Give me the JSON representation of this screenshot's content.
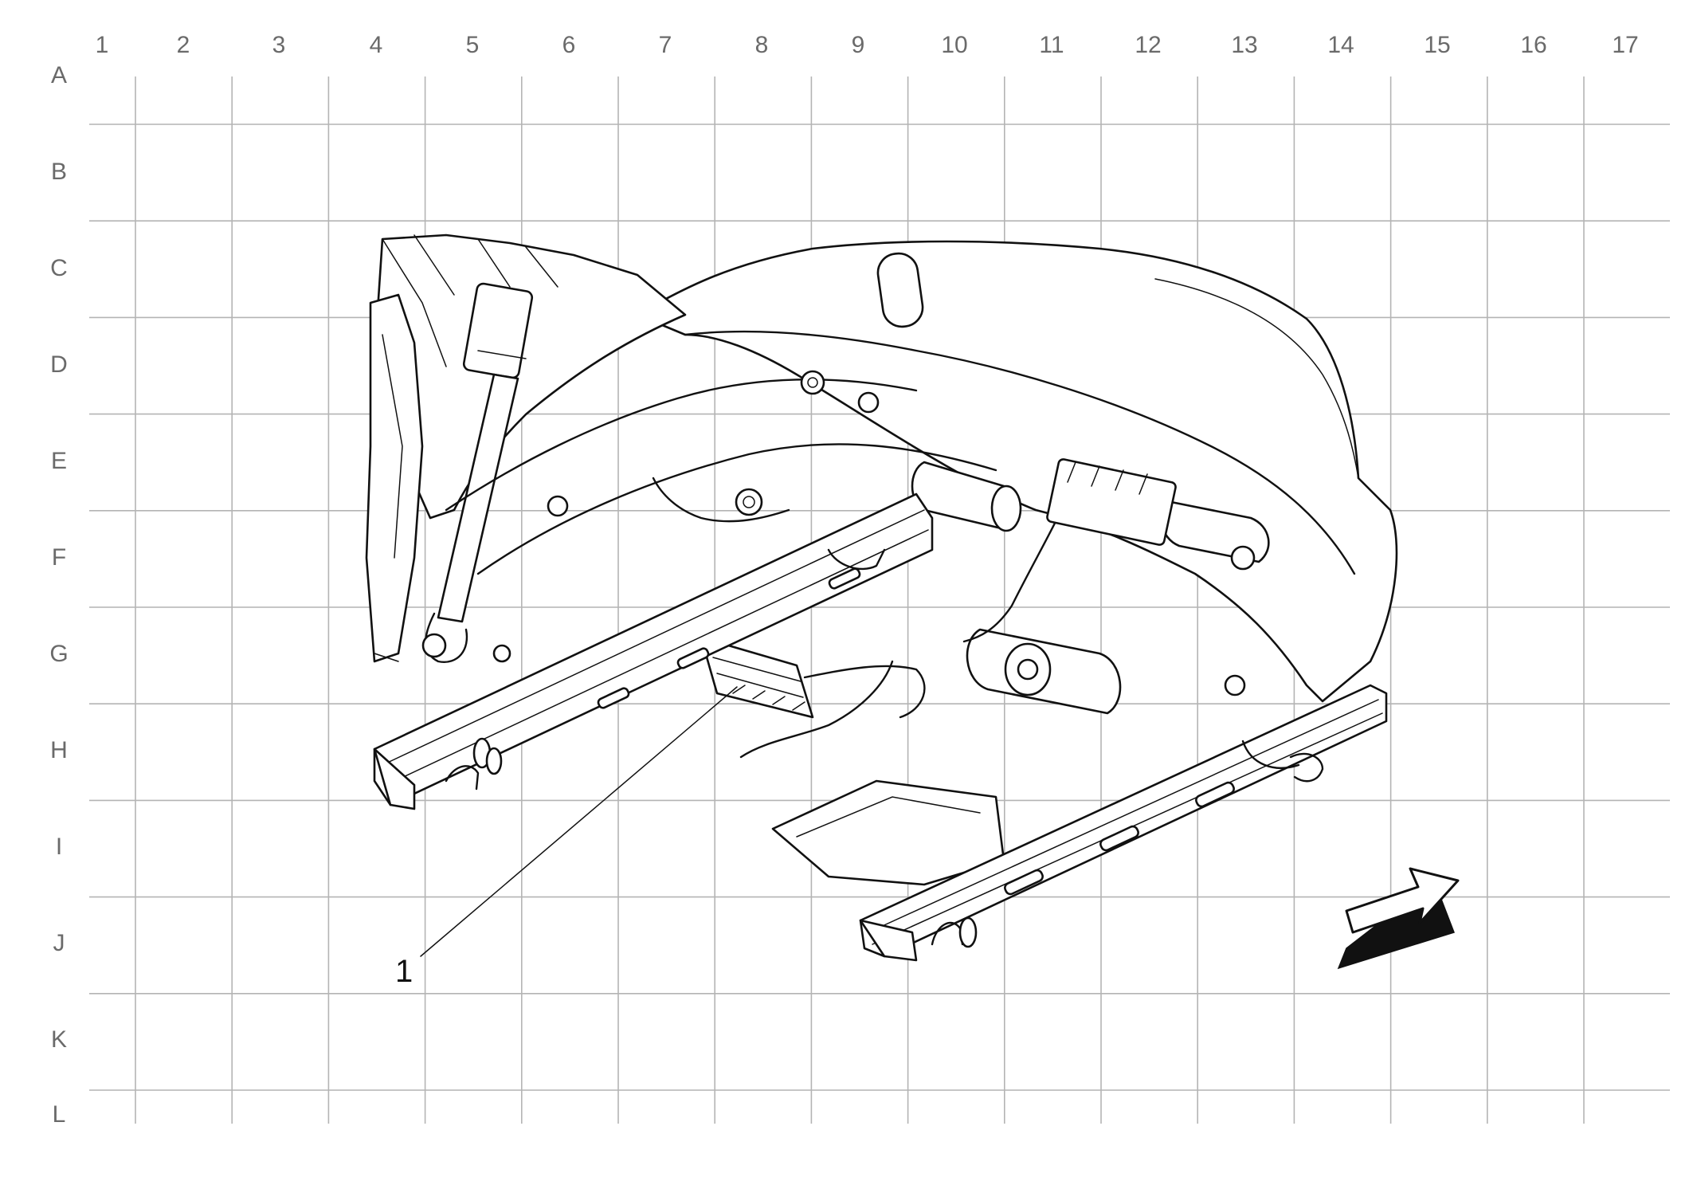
{
  "grid": {
    "columns": [
      "1",
      "2",
      "3",
      "4",
      "5",
      "6",
      "7",
      "8",
      "9",
      "10",
      "11",
      "12",
      "13",
      "14",
      "15",
      "16",
      "17"
    ],
    "rows": [
      "A",
      "B",
      "C",
      "D",
      "E",
      "F",
      "G",
      "H",
      "I",
      "J",
      "K",
      "L"
    ]
  },
  "callouts": [
    {
      "label": "1"
    }
  ],
  "drawing": {
    "subject": "seat underside assembly line art",
    "direction_indicator": "arrow-icon"
  }
}
